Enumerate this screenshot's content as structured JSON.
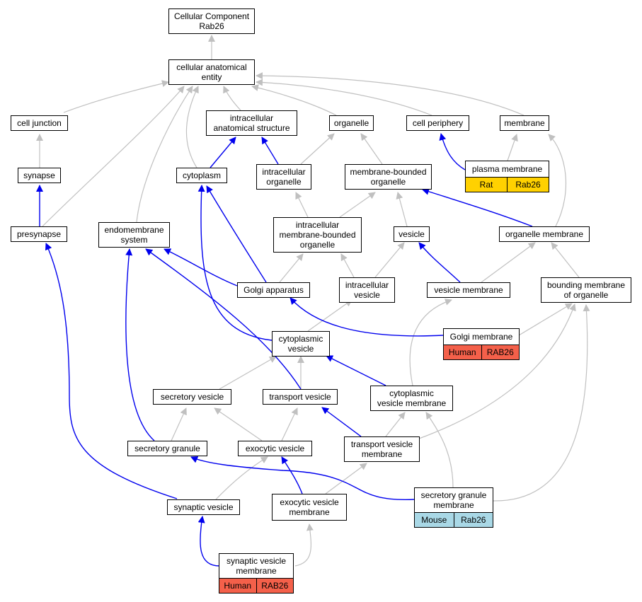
{
  "colors": {
    "edge_is_a": "#c0c0c0",
    "edge_part_of": "#0000ee",
    "tag_human": "#f4604a",
    "tag_rat": "#ffd100",
    "tag_mouse": "#a9d8e6"
  },
  "nodes": {
    "root": {
      "label": "Cellular Component\nRab26"
    },
    "cae": {
      "label": "cellular anatomical\nentity"
    },
    "celljunction": {
      "label": "cell junction"
    },
    "ias": {
      "label": "intracellular\nanatomical structure"
    },
    "organelle": {
      "label": "organelle"
    },
    "cellperiphery": {
      "label": "cell periphery"
    },
    "membrane": {
      "label": "membrane"
    },
    "synapse": {
      "label": "synapse"
    },
    "cytoplasm": {
      "label": "cytoplasm"
    },
    "intraorg": {
      "label": "intracellular\norganelle"
    },
    "mbo": {
      "label": "membrane-bounded\norganelle"
    },
    "plasmamem": {
      "label": "plasma membrane",
      "tags": [
        "Rat",
        "Rab26"
      ],
      "tag_color": "#ffd100"
    },
    "presynapse": {
      "label": "presynapse"
    },
    "endomem": {
      "label": "endomembrane\nsystem"
    },
    "imbo": {
      "label": "intracellular\nmembrane-bounded\norganelle"
    },
    "vesicle": {
      "label": "vesicle"
    },
    "orgmem": {
      "label": "organelle membrane"
    },
    "golgi": {
      "label": "Golgi apparatus"
    },
    "intraves": {
      "label": "intracellular\nvesicle"
    },
    "vesmem": {
      "label": "vesicle membrane"
    },
    "bmoo": {
      "label": "bounding membrane\nof organelle"
    },
    "cytoves": {
      "label": "cytoplasmic\nvesicle"
    },
    "golgimem": {
      "label": "Golgi membrane",
      "tags": [
        "Human",
        "RAB26"
      ],
      "tag_color": "#f4604a"
    },
    "secves": {
      "label": "secretory vesicle"
    },
    "transves": {
      "label": "transport vesicle"
    },
    "cvm": {
      "label": "cytoplasmic\nvesicle membrane"
    },
    "secgran": {
      "label": "secretory granule"
    },
    "exoves": {
      "label": "exocytic vesicle"
    },
    "tvm": {
      "label": "transport vesicle\nmembrane"
    },
    "sgm": {
      "label": "secretory granule\nmembrane",
      "tags": [
        "Mouse",
        "Rab26"
      ],
      "tag_color": "#a9d8e6"
    },
    "synves": {
      "label": "synaptic vesicle"
    },
    "evm": {
      "label": "exocytic vesicle\nmembrane"
    },
    "svm": {
      "label": "synaptic vesicle\nmembrane",
      "tags": [
        "Human",
        "RAB26"
      ],
      "tag_color": "#f4604a"
    }
  }
}
